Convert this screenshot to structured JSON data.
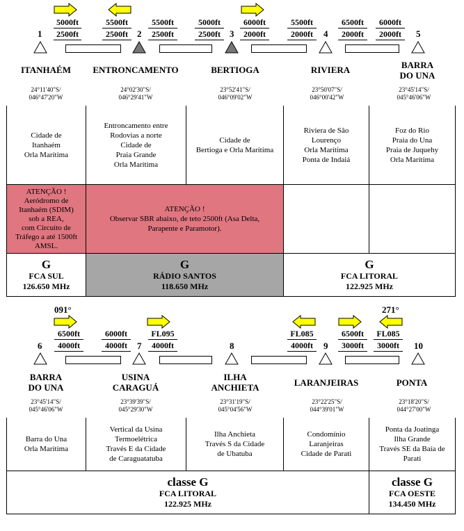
{
  "top": {
    "points": [
      {
        "num": "1",
        "name": "ITANHAÉM",
        "lat": "24°11'40\"S/",
        "lon": "046°47'20\"W",
        "desc": "Cidade de\nItanhaém\nOrla Marítima",
        "shaded": false
      },
      {
        "num": "2",
        "name": "ENTRONCAMENTO",
        "lat": "24°02'30\"S/",
        "lon": "046°29'41\"W",
        "desc": "Entroncamento entre\nRodovias a norte\nCidade de\nPraia Grande\nOrla Marítima",
        "shaded": true
      },
      {
        "num": "3",
        "name": "BERTIOGA",
        "lat": "23°52'41\"S/",
        "lon": "046°09'02\"W",
        "desc": "Cidade de\nBertioga e Orla Marítima",
        "shaded": true
      },
      {
        "num": "4",
        "name": "RIVIERA",
        "lat": "23°50'07\"S/",
        "lon": "046°00'42\"W",
        "desc": "Riviera de São\nLourenço\nOrla Marítima\nPonta de Indaiá",
        "shaded": false
      },
      {
        "num": "5",
        "name": "BARRA\nDO UNA",
        "lat": "23°45'14\"S/",
        "lon": "045°46'06\"W",
        "desc": "Foz do Rio\nPraia do Una\nPraia de Juquehy\nOrla Marítima",
        "shaded": false
      }
    ],
    "legs": [
      {
        "dir": "right",
        "upper": "5000ft",
        "lower": "2500ft"
      },
      {
        "dir": "left",
        "upper": "5500ft",
        "lower": "2500ft"
      },
      {
        "dir": "",
        "upper": "5500ft",
        "lower": "2500ft"
      },
      {
        "dir": "",
        "upper": "5000ft",
        "lower": "2500ft"
      },
      {
        "dir": "right",
        "upper": "6000ft",
        "lower": "2000ft"
      },
      {
        "dir": "",
        "upper": "5500ft",
        "lower": "2000ft"
      },
      {
        "dir": "",
        "upper": "6500ft",
        "lower": "2000ft"
      },
      {
        "dir": "",
        "upper": "6000ft",
        "lower": "2000ft"
      }
    ],
    "warnings": [
      "ATENÇÃO !\nAeródromo de\nItanhaém (SDIM)\nsob a REA,\ncom Circuito de\nTráfego a até 1500ft\nAMSL.",
      "ATENÇÃO !\nObservar SBR abaixo, de teto 2500ft (Asa Delta,\nParapente e Paramotor)."
    ],
    "freqs": [
      {
        "cls": "G",
        "name": "FCA SUL",
        "mhz": "126.650 MHz"
      },
      {
        "cls": "G",
        "name": "RÁDIO SANTOS",
        "mhz": "118.650 MHz"
      },
      {
        "cls": "G",
        "name": "FCA LITORAL",
        "mhz": "122.925 MHz"
      }
    ]
  },
  "bottom": {
    "points": [
      {
        "num": "6",
        "name": "BARRA\nDO UNA",
        "lat": "23°45'14\"S/",
        "lon": "045°46'06\"W",
        "desc": "Barra do Una\nOrla Marítima"
      },
      {
        "num": "7",
        "name": "USINA\nCARAGUÁ",
        "lat": "23°39'39\"S/",
        "lon": "045°29'30\"W",
        "desc": "Vertical da Usina\nTermoelétrica\nTravés E da Cidade\nde Caraguatatuba"
      },
      {
        "num": "8",
        "name": "ILHA\nANCHIETA",
        "lat": "23°31'19\"S/",
        "lon": "045°04'56\"W",
        "desc": "Ilha Anchieta\nTravés S da Cidade\nde Ubatuba"
      },
      {
        "num": "9",
        "name": "LARANJEIRAS",
        "lat": "23°22'25\"S/",
        "lon": "044°39'01\"W",
        "desc": "Condomínio\nLaranjeiras\nCidade de Parati"
      },
      {
        "num": "10",
        "name": "PONTA",
        "lat": "23°18'20\"S/",
        "lon": "044°27'00\"W",
        "desc": "Ponta da Joatinga\nIlha Grande\nTravés SE da Baía de\nParati"
      }
    ],
    "headings": [
      "091°",
      "271°"
    ],
    "legs": [
      {
        "upper": "6500ft",
        "lower": "4000ft"
      },
      {
        "upper": "6000ft",
        "lower": "4000ft"
      },
      {
        "upper": "FL095",
        "lower": "4000ft"
      },
      {
        "upper": "FL085",
        "lower": "4000ft"
      },
      {
        "upper": "6500ft",
        "lower": "3000ft"
      },
      {
        "upper": "FL085",
        "lower": "3000ft"
      }
    ],
    "freqs": [
      {
        "cls": "classe G",
        "name": "FCA LITORAL",
        "mhz": "122.925 MHz"
      },
      {
        "cls": "classe G",
        "name": "FCA OESTE",
        "mhz": "134.450 MHz"
      }
    ]
  },
  "colors": {
    "warning": "#e07680",
    "radio": "#a6a6a6",
    "arrow": "#ffff00",
    "triangle_shaded": "#777777"
  }
}
